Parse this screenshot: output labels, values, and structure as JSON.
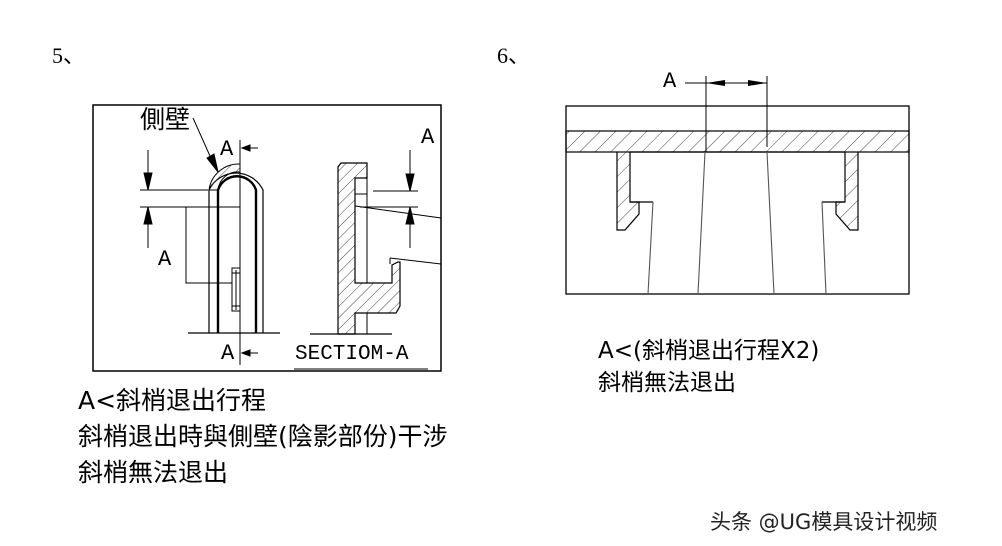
{
  "figures": [
    {
      "number": "5、",
      "labels": {
        "side_wall": "側壁",
        "dim_a_top": "A",
        "dim_a_left": "A",
        "dim_a_bottom": "A",
        "dim_a_right": "A",
        "section": "SECTIOM-A",
        "section_overlay": "A"
      },
      "caption": [
        "A<斜梢退出行程",
        "斜梢退出時與側壁(陰影部份)干涉",
        "斜梢無法退出"
      ]
    },
    {
      "number": "6、",
      "labels": {
        "dim_a": "A"
      },
      "caption": [
        "A<(斜梢退出行程X2)",
        "斜梢無法退出"
      ]
    }
  ],
  "watermark": "头条 @UG模具设计视频",
  "colors": {
    "line": "#000000",
    "hatch": "#444444",
    "background": "#ffffff"
  }
}
